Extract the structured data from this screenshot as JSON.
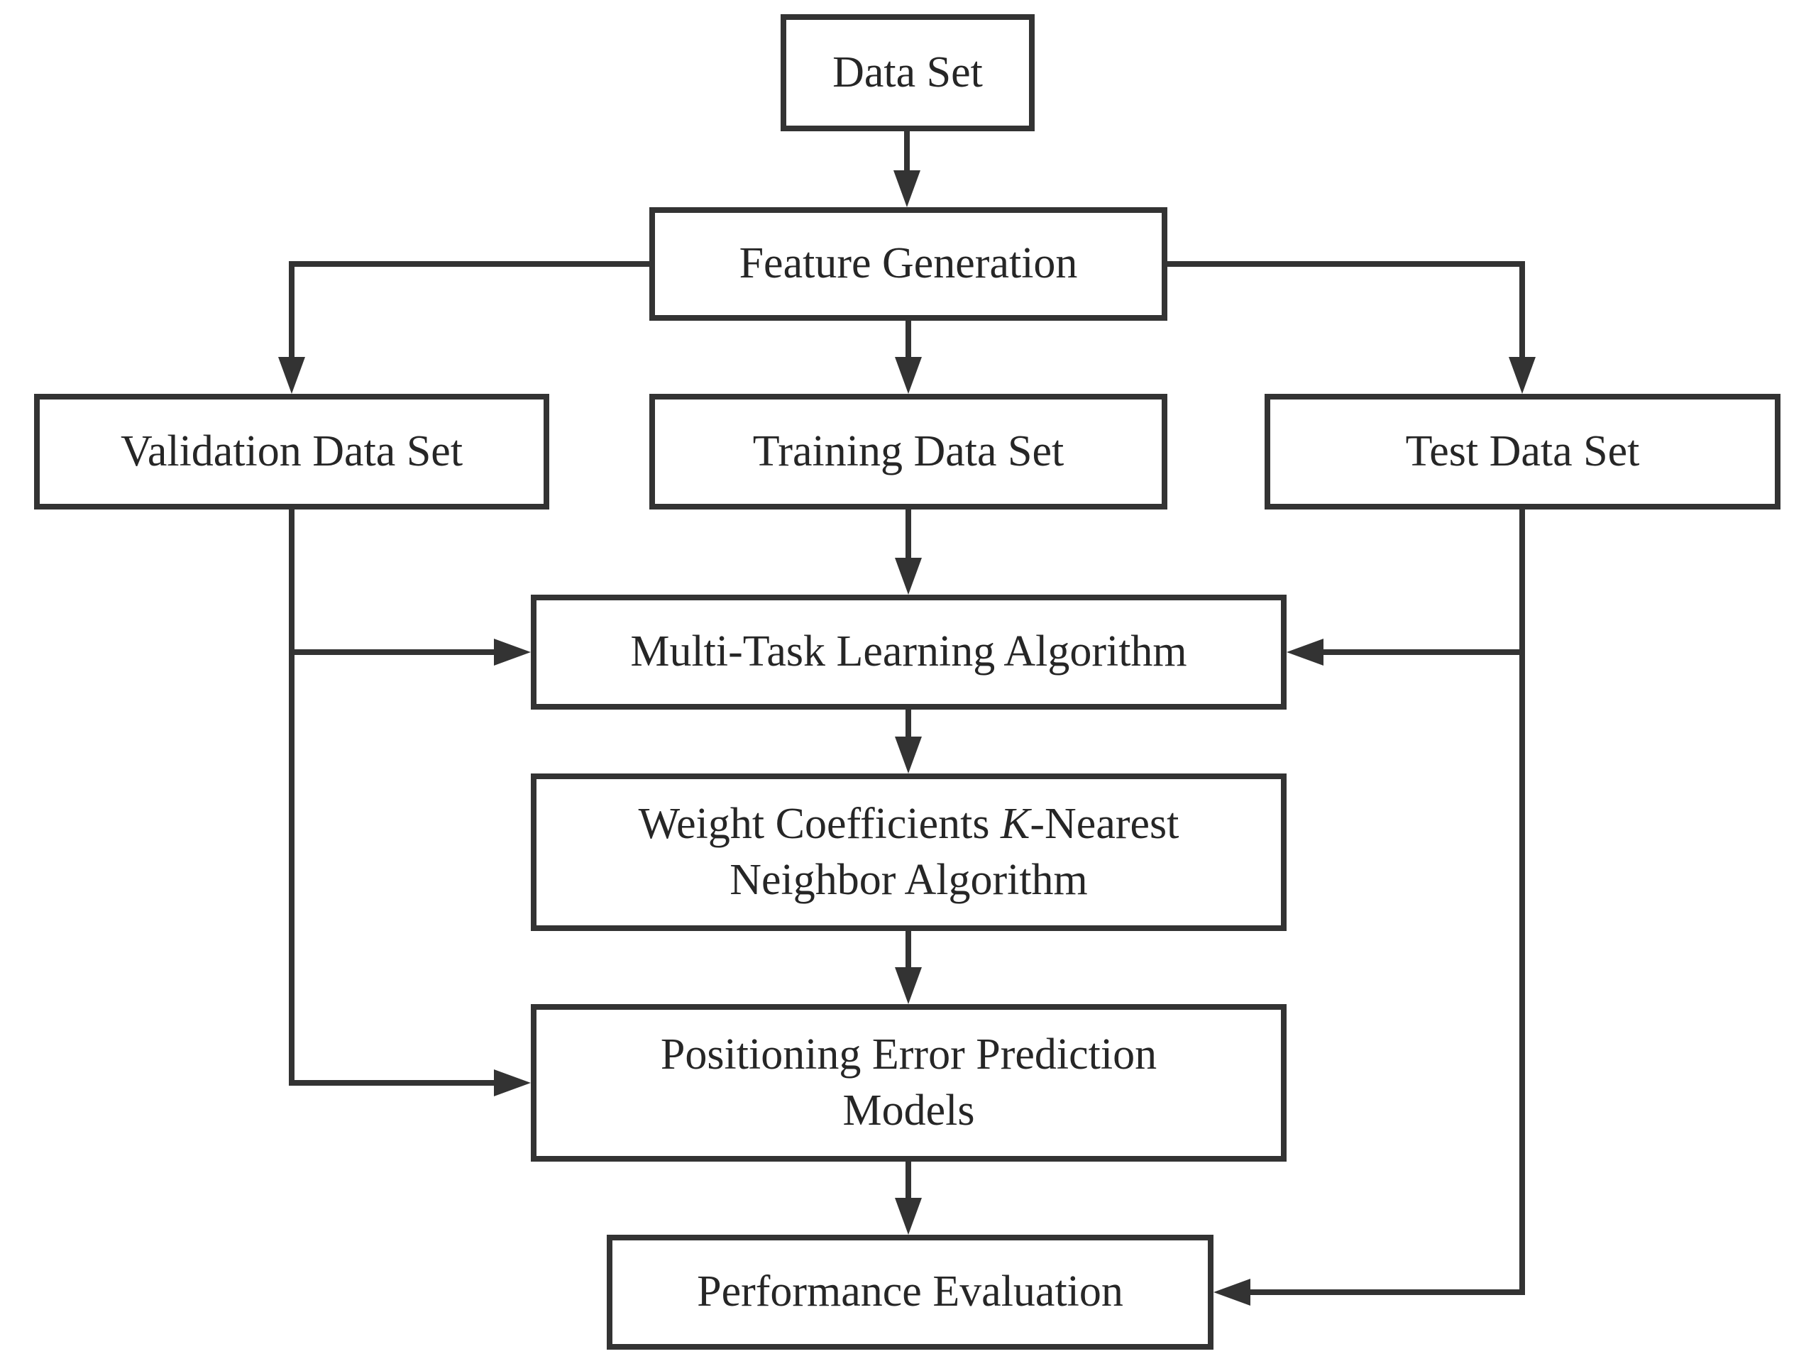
{
  "colors": {
    "stroke": "#333333",
    "text": "#262626",
    "background": "#ffffff"
  },
  "nodes": {
    "data_set": {
      "label": "Data Set"
    },
    "feature_generation": {
      "label": "Feature Generation"
    },
    "validation_data_set": {
      "label": "Validation Data Set"
    },
    "training_data_set": {
      "label": "Training Data Set"
    },
    "test_data_set": {
      "label": "Test Data Set"
    },
    "multi_task": {
      "label": "Multi-Task Learning Algorithm"
    },
    "weight_knn": {
      "line1_prefix": "Weight Coefficients ",
      "line1_italic": "K",
      "line1_suffix": "-Nearest",
      "line2": "Neighbor Algorithm"
    },
    "positioning": {
      "line1": "Positioning Error Prediction",
      "line2": "Models"
    },
    "performance": {
      "label": "Performance Evaluation"
    }
  },
  "edges": [
    {
      "from": "Data Set",
      "to": "Feature Generation"
    },
    {
      "from": "Feature Generation",
      "to": "Validation Data Set"
    },
    {
      "from": "Feature Generation",
      "to": "Training Data Set"
    },
    {
      "from": "Feature Generation",
      "to": "Test Data Set"
    },
    {
      "from": "Training Data Set",
      "to": "Multi-Task Learning Algorithm"
    },
    {
      "from": "Validation Data Set",
      "to": "Multi-Task Learning Algorithm"
    },
    {
      "from": "Test Data Set",
      "to": "Multi-Task Learning Algorithm"
    },
    {
      "from": "Multi-Task Learning Algorithm",
      "to": "Weight Coefficients K-Nearest Neighbor Algorithm"
    },
    {
      "from": "Weight Coefficients K-Nearest Neighbor Algorithm",
      "to": "Positioning Error Prediction Models"
    },
    {
      "from": "Validation Data Set",
      "to": "Positioning Error Prediction Models"
    },
    {
      "from": "Positioning Error Prediction Models",
      "to": "Performance Evaluation"
    },
    {
      "from": "Test Data Set",
      "to": "Performance Evaluation"
    }
  ]
}
